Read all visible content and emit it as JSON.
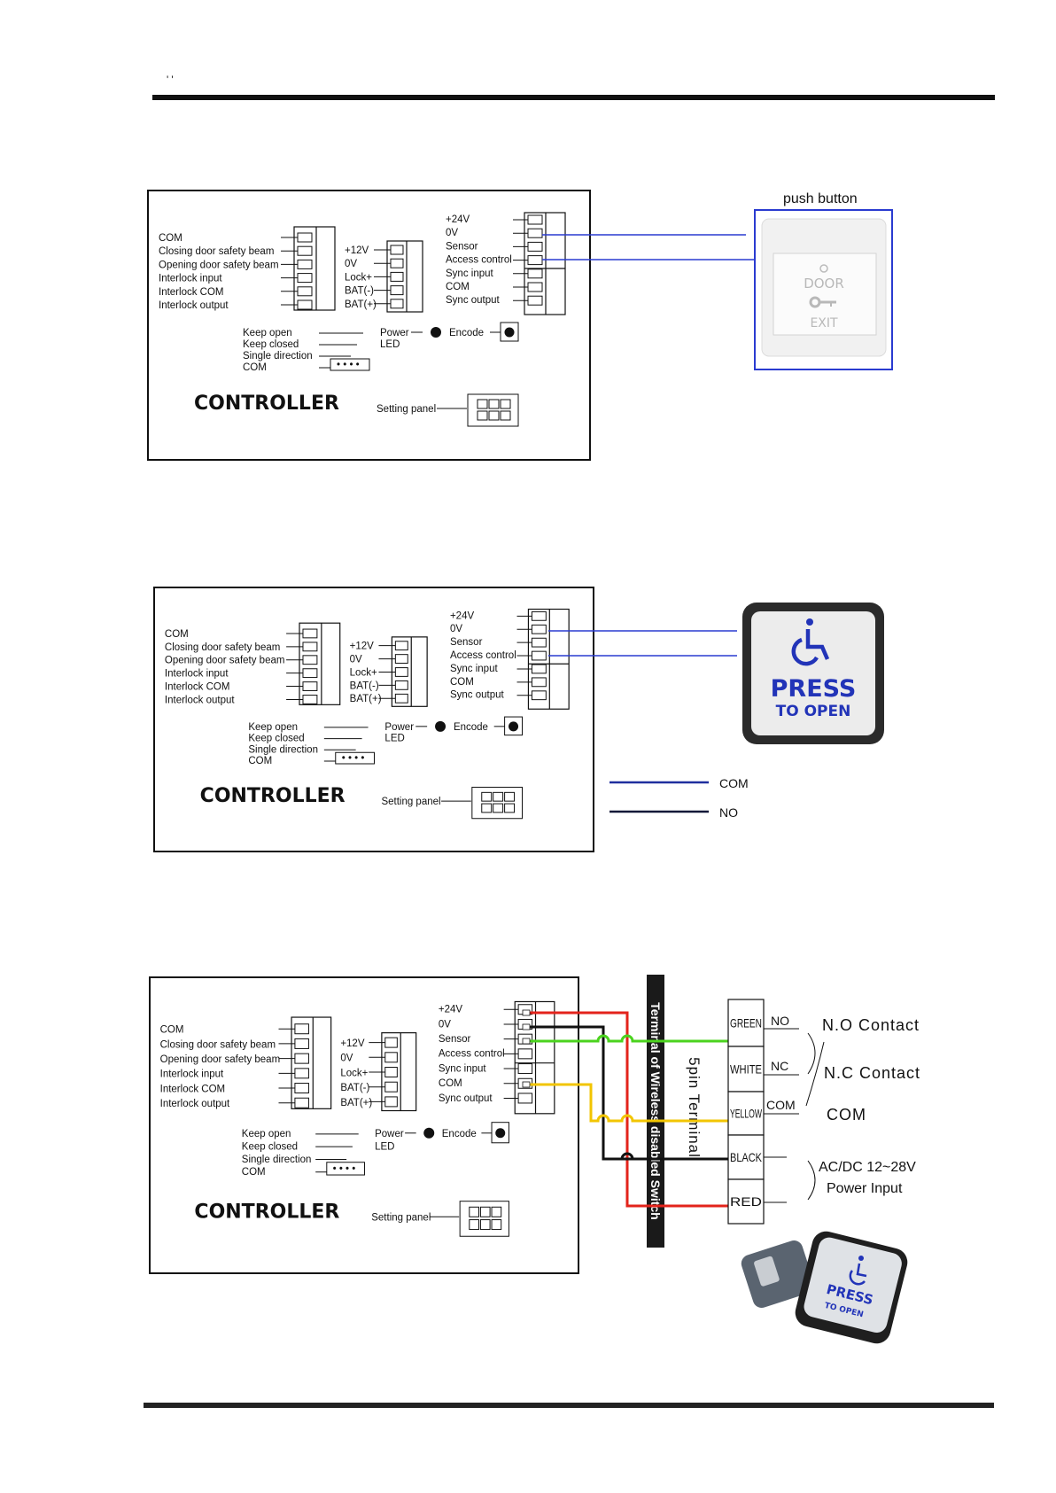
{
  "header_mark": "' '",
  "controller": {
    "left_terminals": [
      "COM",
      "Closing door safety beam",
      "Opening door safety beam",
      "Interlock input",
      "Interlock COM",
      "Interlock output"
    ],
    "mid_terminals": [
      "+12V",
      "0V",
      "Lock+",
      "BAT(-)",
      "BAT(+)"
    ],
    "right_terminals": [
      "+24V",
      "0V",
      "Sensor",
      "Access control",
      "Sync input",
      "COM",
      "Sync output"
    ],
    "mode_labels": [
      "Keep open",
      "Keep closed",
      "Single direction",
      "COM"
    ],
    "power_label": "Power",
    "led_label": "LED",
    "encode_label": "Encode",
    "title": "CONTROLLER",
    "setting_panel_label": "Setting panel"
  },
  "diagram1": {
    "device_label": "push button",
    "button_text_top": "DOOR",
    "button_text_bottom": "EXIT"
  },
  "diagram2": {
    "button_line1": "PRESS",
    "button_line2": "TO OPEN",
    "legend": [
      {
        "label": "COM",
        "color": "#1f2f9e"
      },
      {
        "label": "NO",
        "color": "#101838"
      }
    ]
  },
  "diagram3": {
    "vertical_banner": "Terminal of Wireless disabled Switch",
    "terminal_caption": "5pin Terminal",
    "terminals": [
      "GREEN",
      "WHITE",
      "YELLOW",
      "BLACK",
      "RED"
    ],
    "wire_labels": [
      "NO",
      "NC",
      "COM"
    ],
    "contacts": [
      "N.O Contact",
      "N.C Contact",
      "COM"
    ],
    "power_line1": "AC/DC 12~28V",
    "power_line2": "Power Input",
    "product_line1": "PRESS",
    "product_line2": "TO OPEN",
    "wire_colors": {
      "red": "#e3231b",
      "black": "#111111",
      "green": "#4bd31e",
      "yellow": "#f2c500"
    }
  }
}
